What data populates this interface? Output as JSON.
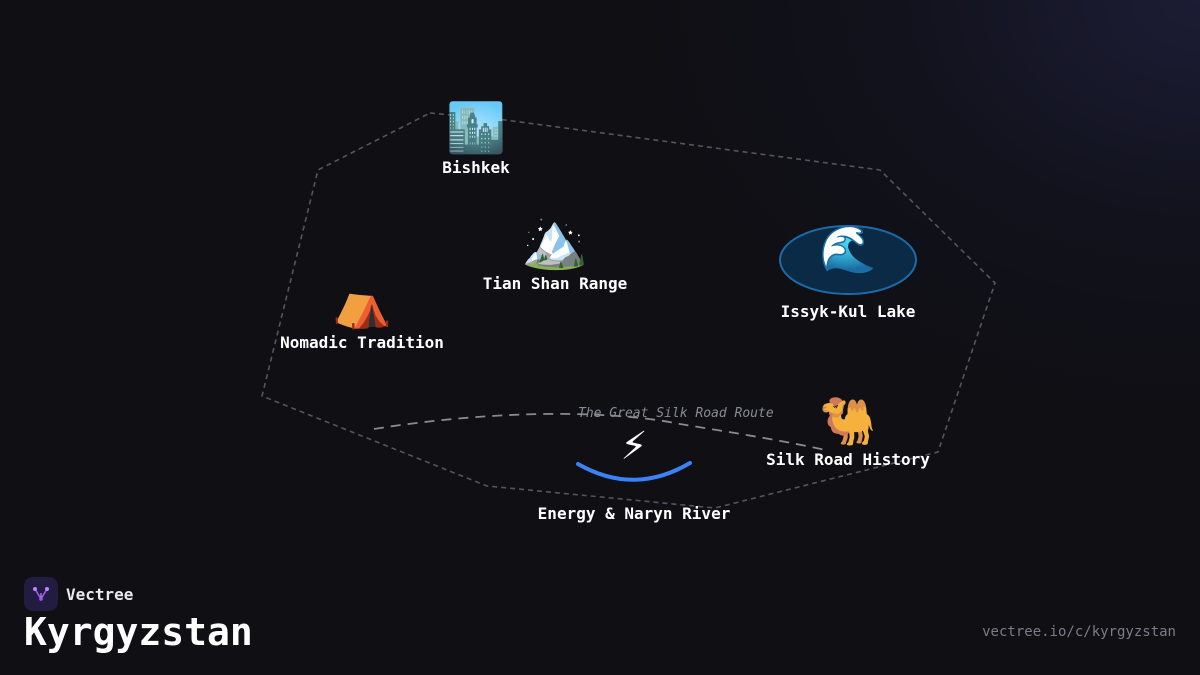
{
  "brand": {
    "name": "Vectree",
    "logo_icon": "vectree-logo-icon",
    "accent": "#a855f7"
  },
  "title": "Kyrgyzstan",
  "footer_url": "vectree.io/c/kyrgyzstan",
  "route_label": "The Great Silk Road Route",
  "nodes": {
    "bishkek": {
      "label": "Bishkek",
      "icon": "cityscape-icon",
      "glyph": "🏙️"
    },
    "tian_shan": {
      "label": "Tian Shan Range",
      "icon": "mountain-icon",
      "glyph": "🏔️"
    },
    "issyk_kul": {
      "label": "Issyk-Kul Lake",
      "icon": "wave-icon",
      "glyph": "🌊"
    },
    "nomadic": {
      "label": "Nomadic Tradition",
      "icon": "tent-icon",
      "glyph": "⛺"
    },
    "silk_road": {
      "label": "Silk Road History",
      "icon": "camel-icon",
      "glyph": "🐫"
    },
    "energy": {
      "label": "Energy & Naryn River",
      "icon": "lightning-icon",
      "glyph": "⚡"
    }
  },
  "colors": {
    "background": "#0f0f14",
    "border_dash": "#55555f",
    "lake_fill": "#0a2a45",
    "lake_stroke": "#1e6aa8",
    "river": "#3b82f6"
  }
}
